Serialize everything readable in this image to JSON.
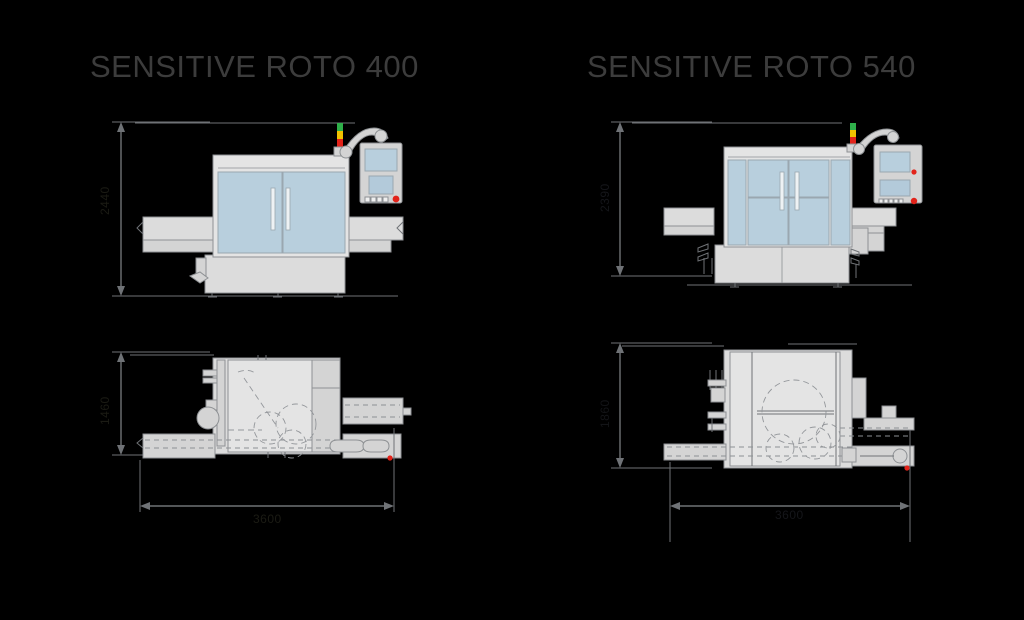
{
  "page": {
    "background_color": "#000000",
    "drawing_line_color": "#6f7276",
    "title_color": "#3c3c3c",
    "machine_body_color": "#dcdcdc",
    "glass_panel_color": "#b8cfdd",
    "accent_red": "#e2231a",
    "signal_green": "#2fb04a",
    "signal_yellow": "#f2c200"
  },
  "machines": [
    {
      "id": "sensitive-roto-400",
      "title": "SENSITIVE ROTO 400",
      "views": [
        {
          "type": "front-elevation",
          "dimension": {
            "label": "2440",
            "orientation": "vertical",
            "unit": "mm"
          }
        },
        {
          "type": "plan",
          "dimension": {
            "label": "1460",
            "orientation": "vertical",
            "unit": "mm"
          }
        }
      ],
      "overall_length": {
        "label": "3600",
        "orientation": "horizontal",
        "unit": "mm"
      },
      "components": {
        "signal_tower": [
          "green",
          "yellow",
          "red"
        ],
        "hmi_panel": {
          "screen": "display",
          "keypad_keys": 4,
          "emergency_button": "red"
        },
        "conveyor": "inline-infeed-outfeed",
        "doors": 2
      }
    },
    {
      "id": "sensitive-roto-540",
      "title": "SENSITIVE ROTO 540",
      "views": [
        {
          "type": "front-elevation",
          "dimension": {
            "label": "2390",
            "orientation": "vertical",
            "unit": "mm"
          }
        },
        {
          "type": "plan",
          "dimension": {
            "label": "1860",
            "orientation": "vertical",
            "unit": "mm"
          }
        }
      ],
      "overall_length": {
        "label": "3600",
        "orientation": "horizontal",
        "unit": "mm"
      },
      "components": {
        "signal_tower": [
          "green",
          "yellow",
          "red"
        ],
        "hmi_panel": {
          "screen": "display",
          "keypad_keys": 5,
          "emergency_button": "red"
        },
        "conveyor": "inline-infeed-outfeed",
        "doors": 2
      }
    }
  ]
}
